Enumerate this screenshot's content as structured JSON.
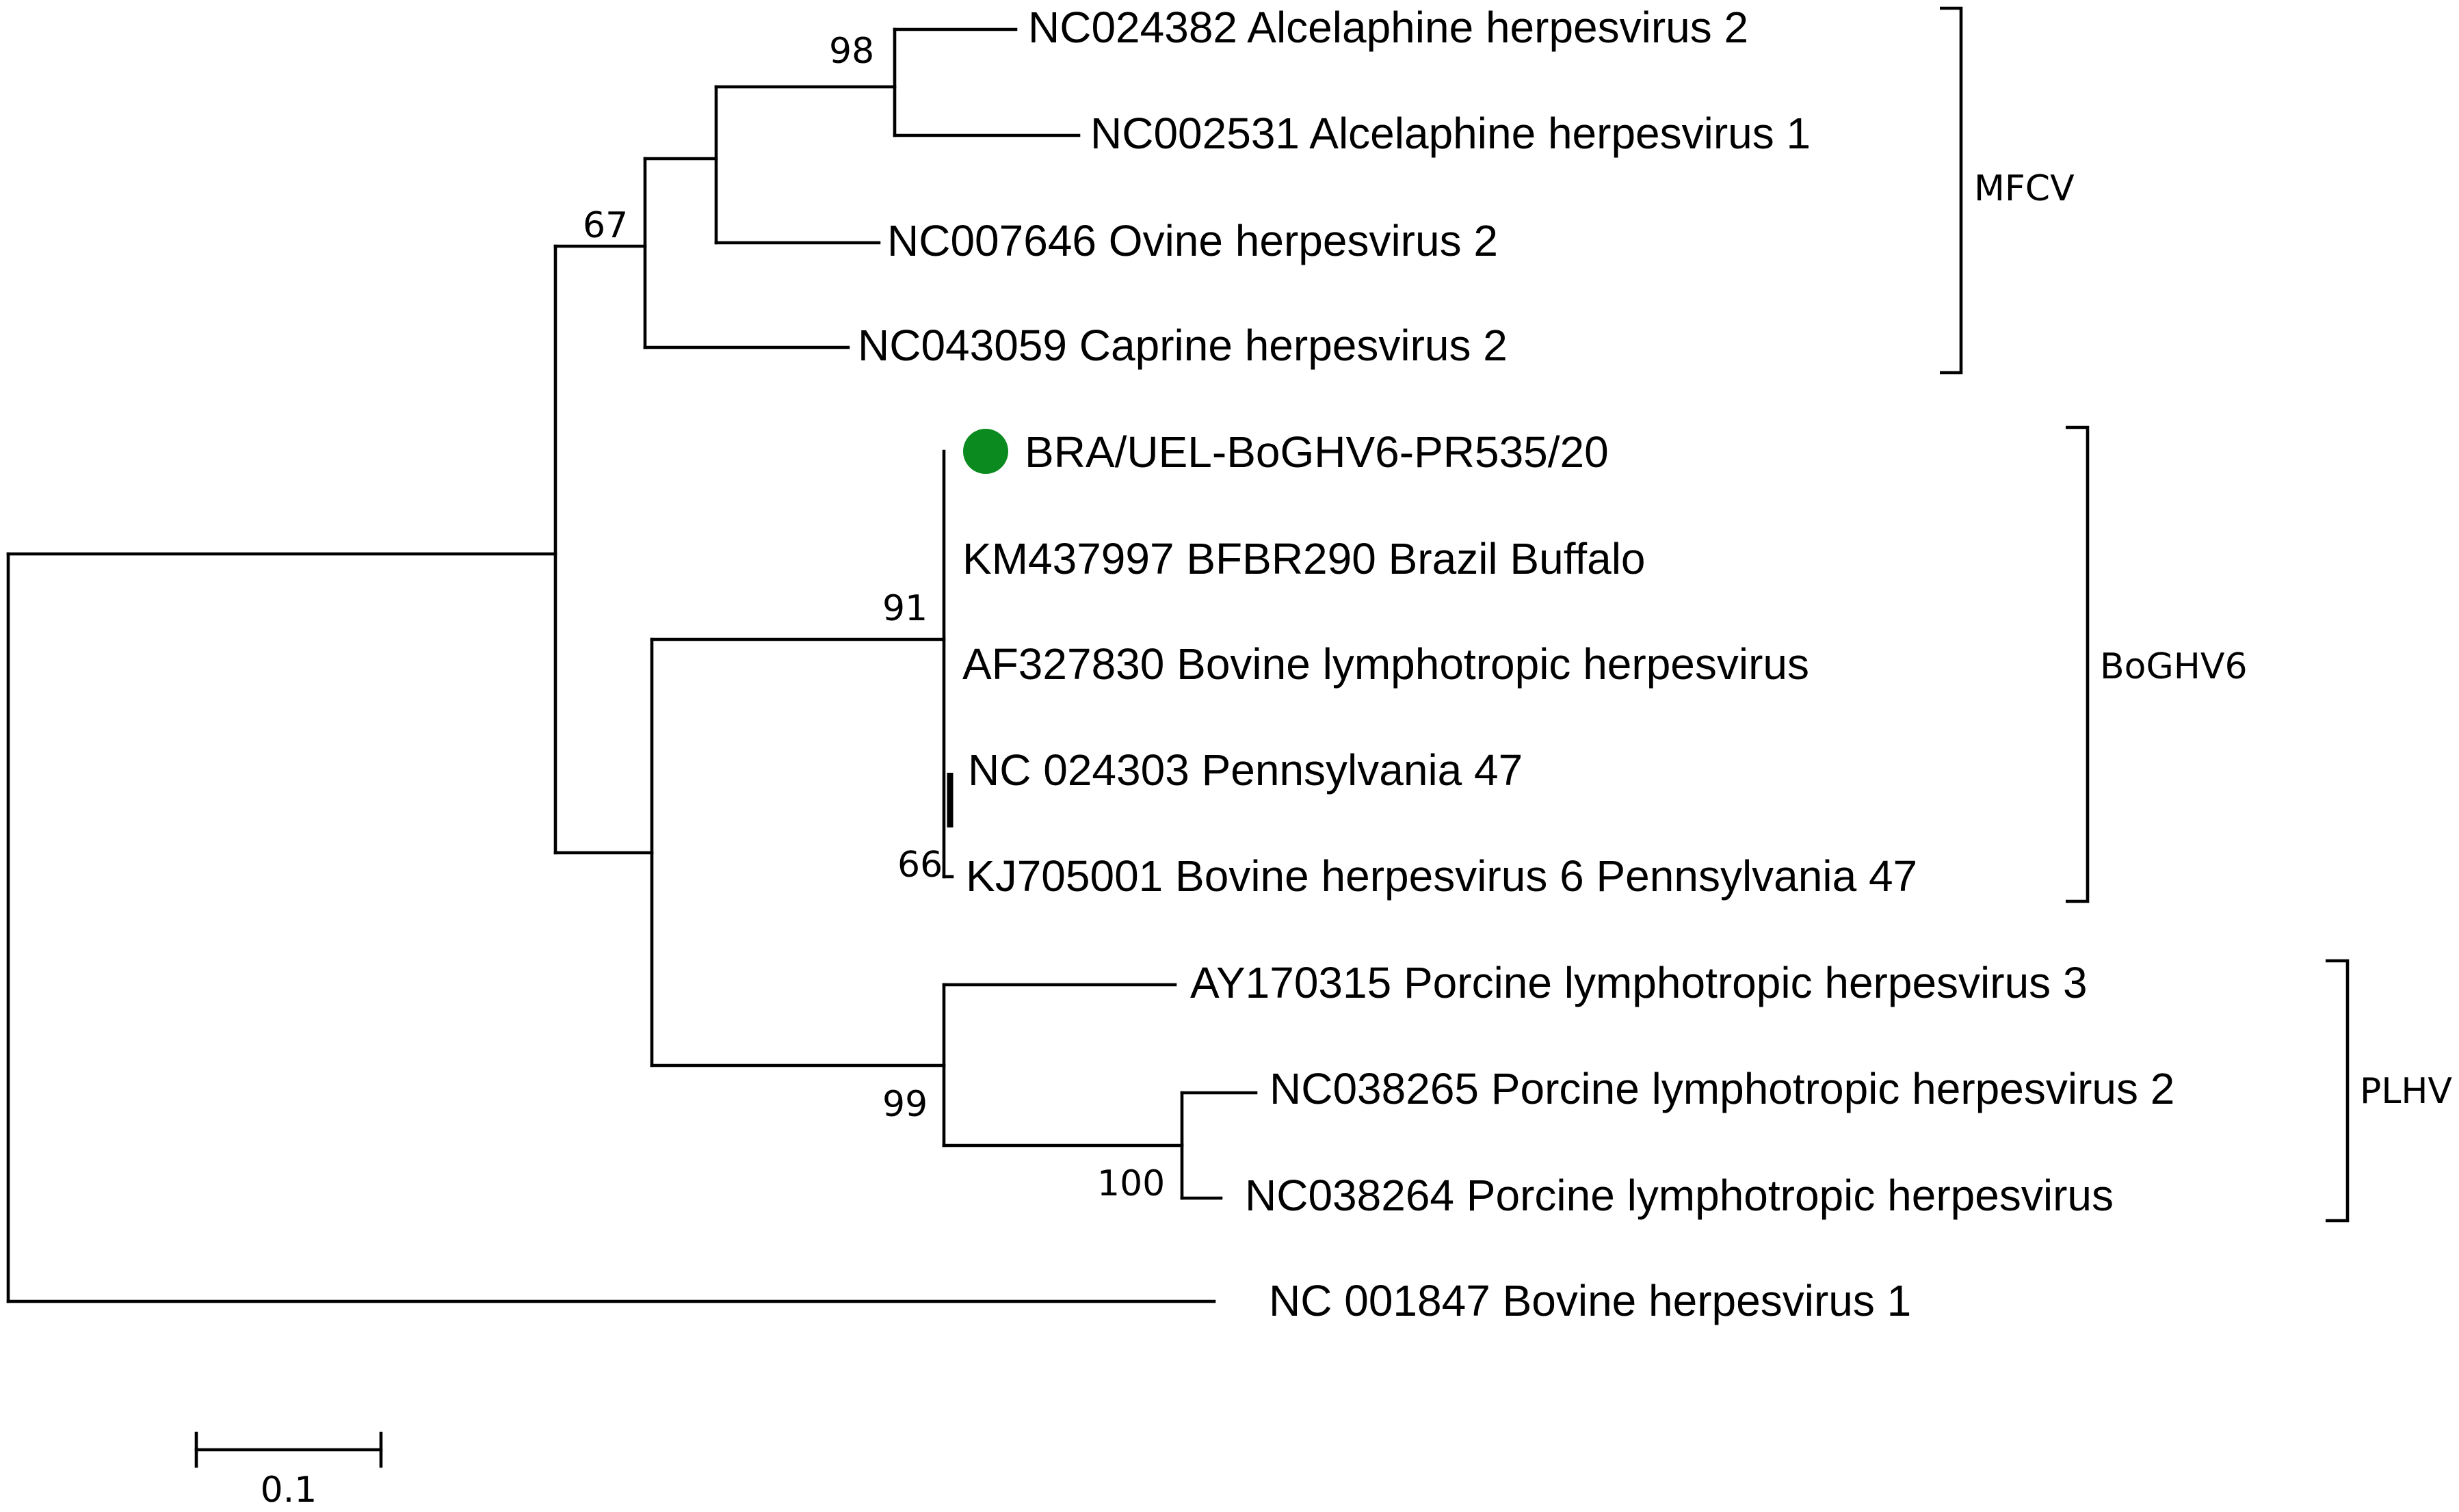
{
  "tree": {
    "taxa": [
      {
        "id": "t1",
        "label": "NC024382 Alcelaphine herpesvirus 2"
      },
      {
        "id": "t2",
        "label": "NC002531 Alcelaphine herpesvirus 1"
      },
      {
        "id": "t3",
        "label": "NC007646 Ovine herpesvirus 2"
      },
      {
        "id": "t4",
        "label": "NC043059 Caprine herpesvirus 2"
      },
      {
        "id": "t5",
        "label": "BRA/UEL-BoGHV6-PR535/20",
        "marker": "circle",
        "marker_color": "#0a8a1f"
      },
      {
        "id": "t6",
        "label": "KM437997 BFBR290 Brazil Buffalo"
      },
      {
        "id": "t7",
        "label": "AF327830 Bovine lymphotropic herpesvirus"
      },
      {
        "id": "t8",
        "label": "NC 024303 Pennsylvania 47"
      },
      {
        "id": "t9",
        "label": "KJ705001 Bovine herpesvirus 6 Pennsylvania 47"
      },
      {
        "id": "t10",
        "label": "AY170315 Porcine lymphotropic herpesvirus 3"
      },
      {
        "id": "t11",
        "label": "NC038265 Porcine lymphotropic herpesvirus 2"
      },
      {
        "id": "t12",
        "label": "NC038264 Porcine lymphotropic herpesvirus"
      },
      {
        "id": "t13",
        "label": "NC 001847 Bovine herpesvirus 1"
      }
    ],
    "support_values": [
      {
        "id": "s98",
        "value": "98"
      },
      {
        "id": "s67",
        "value": "67"
      },
      {
        "id": "s91",
        "value": "91"
      },
      {
        "id": "s66",
        "value": "66"
      },
      {
        "id": "s99",
        "value": "99"
      },
      {
        "id": "s100",
        "value": "100"
      }
    ],
    "clades": [
      {
        "id": "c1",
        "label": "MFCV"
      },
      {
        "id": "c2",
        "label": "BoGHV6"
      },
      {
        "id": "c3",
        "label": "PLHV"
      }
    ],
    "scale_bar": {
      "label": "0.1"
    },
    "colors": {
      "line": "#000000",
      "highlight": "#0a8a1f"
    }
  }
}
